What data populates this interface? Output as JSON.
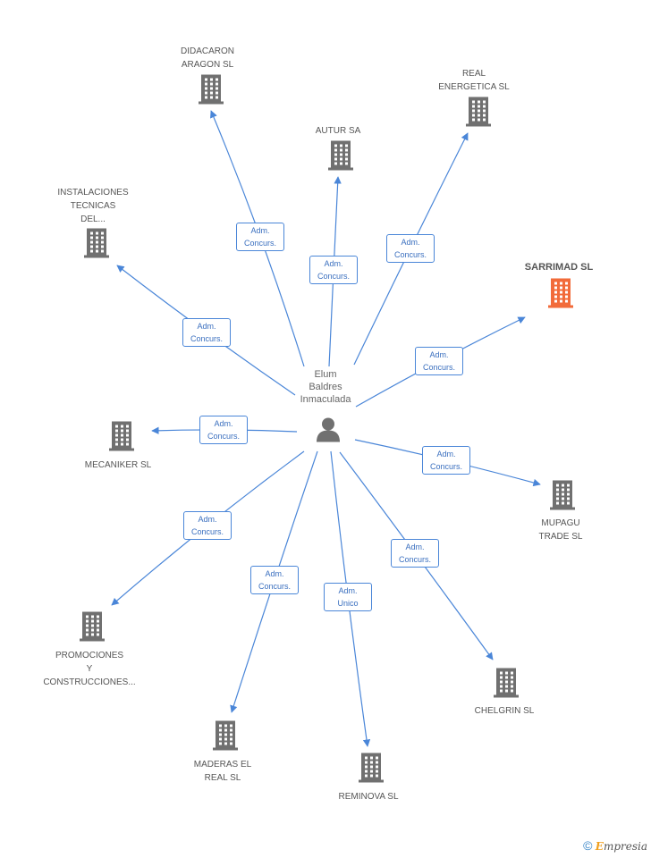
{
  "center": {
    "name_lines": [
      "Elum",
      "Baldres",
      "Inmaculada"
    ],
    "icon": "person-icon"
  },
  "colors": {
    "edge": "#4a86d8",
    "building": "#707070",
    "building_highlight": "#f26b3a"
  },
  "companies": [
    {
      "id": "didacaron",
      "lines": [
        "DIDACARON",
        "ARAGON  SL"
      ],
      "role": [
        "Adm.",
        "Concurs."
      ],
      "highlight": false
    },
    {
      "id": "real-energetica",
      "lines": [
        "REAL",
        "ENERGETICA SL"
      ],
      "role": [
        "Adm.",
        "Concurs."
      ],
      "highlight": false
    },
    {
      "id": "autur",
      "lines": [
        "AUTUR SA"
      ],
      "role": [
        "Adm.",
        "Concurs."
      ],
      "highlight": false
    },
    {
      "id": "instalaciones",
      "lines": [
        "INSTALACIONES",
        "TECNICAS",
        "DEL..."
      ],
      "role": [
        "Adm.",
        "Concurs."
      ],
      "highlight": false
    },
    {
      "id": "sarrimad",
      "lines": [
        "SARRIMAD SL"
      ],
      "role": [
        "Adm.",
        "Concurs."
      ],
      "highlight": true
    },
    {
      "id": "mecaniker",
      "lines": [
        "MECANIKER SL"
      ],
      "role": [
        "Adm.",
        "Concurs."
      ],
      "highlight": false
    },
    {
      "id": "mupagu",
      "lines": [
        "MUPAGU",
        "TRADE SL"
      ],
      "role": [
        "Adm.",
        "Concurs."
      ],
      "highlight": false
    },
    {
      "id": "promociones",
      "lines": [
        "PROMOCIONES",
        "Y",
        "CONSTRUCCIONES..."
      ],
      "role": [
        "Adm.",
        "Concurs."
      ],
      "highlight": false
    },
    {
      "id": "chelgrin",
      "lines": [
        "CHELGRIN SL"
      ],
      "role": [
        "Adm.",
        "Concurs."
      ],
      "highlight": false
    },
    {
      "id": "maderas",
      "lines": [
        "MADERAS EL",
        "REAL SL"
      ],
      "role": [
        "Adm.",
        "Concurs."
      ],
      "highlight": false
    },
    {
      "id": "reminova",
      "lines": [
        "REMINOVA SL"
      ],
      "role": [
        "Adm.",
        "Unico"
      ],
      "highlight": false
    }
  ],
  "footer": {
    "copyright": "©",
    "brand_initial": "E",
    "brand_rest": "mpresia"
  }
}
